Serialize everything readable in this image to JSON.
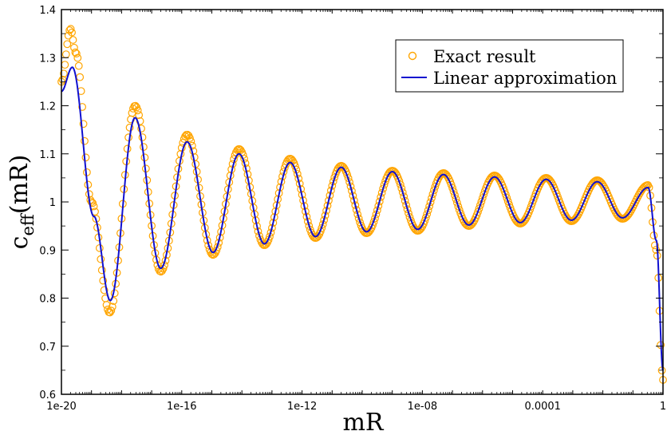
{
  "chart_data": {
    "type": "line",
    "title": "",
    "xlabel": "mR",
    "ylabel_main": "c",
    "ylabel_sub": "eff",
    "ylabel_tail": "(mR)",
    "x_scale": "log10",
    "xlim": [
      1e-20,
      1
    ],
    "ylim": [
      0.6,
      1.4
    ],
    "x_ticks": [
      {
        "value": 1e-20,
        "label": "1e-20"
      },
      {
        "value": 1e-16,
        "label": "1e-16"
      },
      {
        "value": 1e-12,
        "label": "1e-12"
      },
      {
        "value": 1e-08,
        "label": "1e-08"
      },
      {
        "value": 0.0001,
        "label": "0.0001"
      },
      {
        "value": 1,
        "label": "1"
      }
    ],
    "y_ticks": [
      {
        "value": 0.6,
        "label": "0.6"
      },
      {
        "value": 0.7,
        "label": "0.7"
      },
      {
        "value": 0.8,
        "label": "0.8"
      },
      {
        "value": 0.9,
        "label": "0.9"
      },
      {
        "value": 1.0,
        "label": "1"
      },
      {
        "value": 1.1,
        "label": "1.1"
      },
      {
        "value": 1.2,
        "label": "1.2"
      },
      {
        "value": 1.3,
        "label": "1.3"
      },
      {
        "value": 1.4,
        "label": "1.4"
      }
    ],
    "grid": false,
    "legend_position": "top-right",
    "series": [
      {
        "name": "Exact result",
        "style": "circle-markers",
        "color": "#FFA500",
        "keypoints": [
          [
            1e-20,
            1.25
          ],
          [
            2e-20,
            1.36
          ],
          [
            3e-20,
            1.31
          ],
          [
            1e-19,
            1.0
          ],
          [
            4e-19,
            0.77
          ],
          [
            2.8e-18,
            1.2
          ],
          [
            2e-17,
            0.855
          ],
          [
            1.5e-16,
            1.14
          ],
          [
            1.1e-15,
            0.89
          ],
          [
            8e-15,
            1.11
          ],
          [
            5.6e-14,
            0.91
          ],
          [
            4e-13,
            1.09
          ],
          [
            2.8e-12,
            0.925
          ],
          [
            2e-11,
            1.075
          ],
          [
            1.4e-10,
            0.935
          ],
          [
            1e-09,
            1.065
          ],
          [
            7e-09,
            0.94
          ],
          [
            5e-08,
            1.06
          ],
          [
            3.5e-07,
            0.95
          ],
          [
            2.5e-06,
            1.055
          ],
          [
            1.8e-05,
            0.955
          ],
          [
            0.00013,
            1.05
          ],
          [
            0.0009,
            0.96
          ],
          [
            0.0065,
            1.045
          ],
          [
            0.045,
            0.965
          ],
          [
            0.32,
            1.035
          ],
          [
            0.6,
            0.9
          ],
          [
            1,
            0.63
          ]
        ]
      },
      {
        "name": "Linear approximation",
        "style": "line",
        "color": "#1010D0",
        "keypoints": [
          [
            1e-20,
            1.23
          ],
          [
            2.3e-20,
            1.28
          ],
          [
            1.2e-19,
            0.97
          ],
          [
            4.2e-19,
            0.795
          ],
          [
            2.8e-18,
            1.175
          ],
          [
            2e-17,
            0.862
          ],
          [
            1.5e-16,
            1.125
          ],
          [
            1.1e-15,
            0.895
          ],
          [
            8e-15,
            1.1
          ],
          [
            5.6e-14,
            0.913
          ],
          [
            4e-13,
            1.082
          ],
          [
            2.8e-12,
            0.928
          ],
          [
            2e-11,
            1.072
          ],
          [
            1.4e-10,
            0.938
          ],
          [
            1e-09,
            1.063
          ],
          [
            7e-09,
            0.943
          ],
          [
            5e-08,
            1.057
          ],
          [
            3.5e-07,
            0.952
          ],
          [
            2.5e-06,
            1.052
          ],
          [
            1.8e-05,
            0.957
          ],
          [
            0.00013,
            1.047
          ],
          [
            0.0009,
            0.962
          ],
          [
            0.0065,
            1.042
          ],
          [
            0.045,
            0.967
          ],
          [
            0.32,
            1.03
          ],
          [
            0.6,
            0.92
          ],
          [
            1,
            0.65
          ]
        ]
      }
    ]
  }
}
